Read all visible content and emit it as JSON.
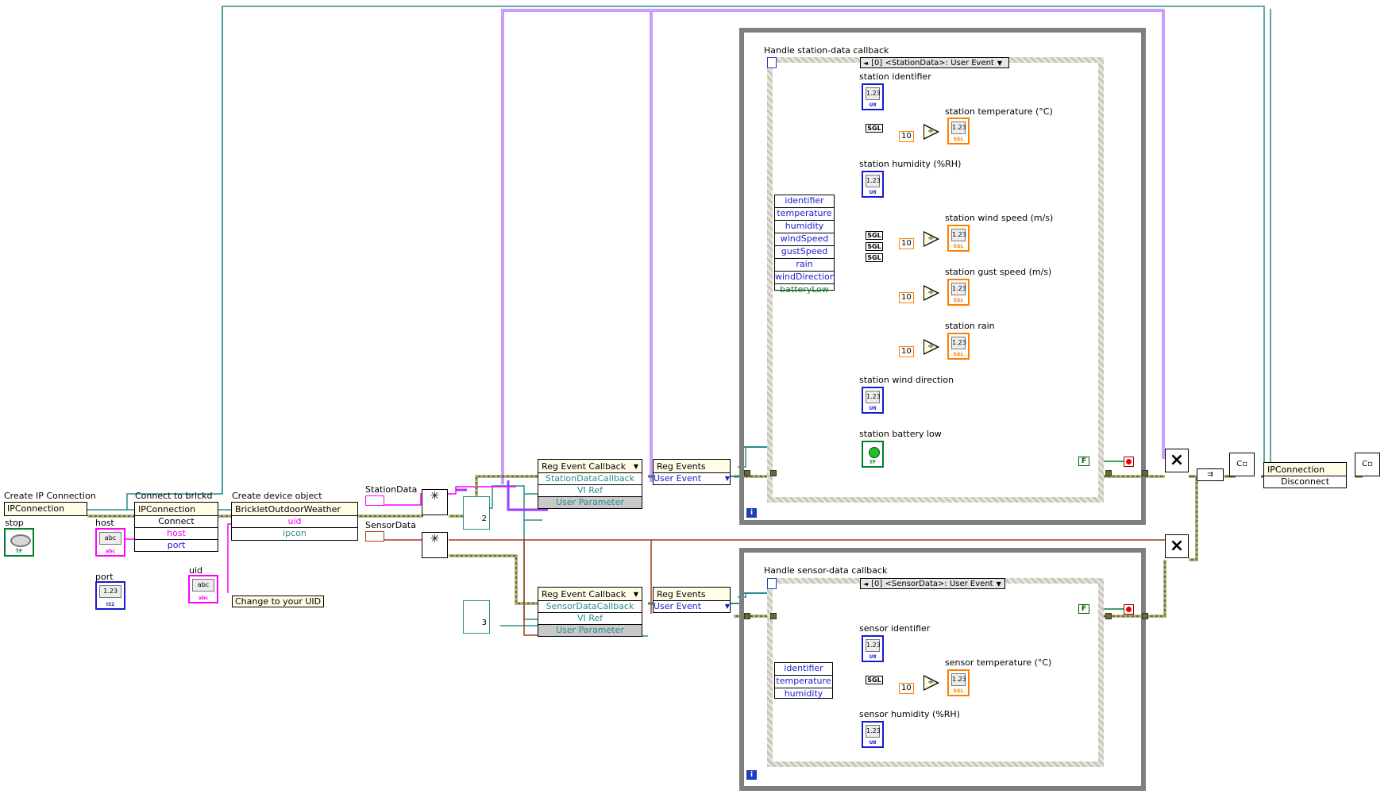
{
  "labels": {
    "create_ip": "Create IP Connection",
    "connect": "Connect to brickd",
    "create_dev": "Create device object",
    "stop": "stop",
    "host": "host",
    "port": "port",
    "uid": "uid",
    "change_uid": "Change to your UID",
    "stationdata": "StationData",
    "sensordata": "SensorData",
    "station_frame_title": "Handle station-data callback",
    "sensor_frame_title": "Handle sensor-data callback"
  },
  "nodes": {
    "ipconn": "IPConnection",
    "connect_hdr": "IPConnection",
    "connect_rows": [
      "Connect",
      "host",
      "port"
    ],
    "weather_hdr": "BrickletOutdoorWeather",
    "weather_rows": [
      "uid",
      "ipcon"
    ],
    "reg_cb1_hdr": "Reg Event Callback",
    "reg_cb1_rows": [
      "StationDataCallback",
      "VI Ref",
      "User Parameter"
    ],
    "reg_cb2_hdr": "Reg Event Callback",
    "reg_cb2_rows": [
      "SensorDataCallback",
      "VI Ref",
      "User Parameter"
    ],
    "reg_ev1_hdr": "Reg Events",
    "reg_ev1_row": "User Event",
    "reg_ev2_hdr": "Reg Events",
    "reg_ev2_row": "User Event",
    "disconnect_hdr": "IPConnection",
    "disconnect_row": "Disconnect"
  },
  "vi_icons": [
    "2",
    "3"
  ],
  "station": {
    "selector": "[0] <StationData>: User Event",
    "cluster": [
      "identifier",
      "temperature",
      "humidity",
      "windSpeed",
      "gustSpeed",
      "rain",
      "windDirection",
      "batteryLow"
    ],
    "indicators": [
      {
        "label": "station identifier",
        "type": "U8",
        "face": "1.23"
      },
      {
        "label": "station  temperature (°C)",
        "type": "SGL",
        "face": "1.23"
      },
      {
        "label": "station humidity (%RH)",
        "type": "U8",
        "face": "1.23"
      },
      {
        "label": "station wind speed (m/s)",
        "type": "SGL",
        "face": "1.23"
      },
      {
        "label": "station gust speed (m/s)",
        "type": "SGL",
        "face": "1.23"
      },
      {
        "label": "station rain",
        "type": "SGL",
        "face": "1.23"
      },
      {
        "label": "station wind direction",
        "type": "U8",
        "face": "1.23"
      },
      {
        "label": "station battery low",
        "type": "TF",
        "face": ""
      }
    ],
    "divisor": "10",
    "sgl": "SGL",
    "false_const": "F"
  },
  "sensor": {
    "selector": "[0] <SensorData>: User Event",
    "cluster": [
      "identifier",
      "temperature",
      "humidity"
    ],
    "indicators": [
      {
        "label": "sensor identifier",
        "type": "U8",
        "face": "1.23"
      },
      {
        "label": "sensor temperature (°C)",
        "type": "SGL",
        "face": "1.23"
      },
      {
        "label": "sensor humidity (%RH)",
        "type": "U8",
        "face": "1.23"
      }
    ],
    "divisor": "10",
    "sgl": "SGL",
    "false_const": "F"
  },
  "controls": {
    "host_face": "abc",
    "host_type": "abc",
    "port_face": "1.23",
    "port_type": "I32",
    "uid_face": "abc",
    "uid_type": "abc",
    "stop_type": "TF",
    "vi_type": "VI",
    "iteration": "i",
    "divide": "÷"
  },
  "colors": {
    "teal": "#2a8c8c",
    "magenta": "#ff00ff",
    "purple": "#9b3cff",
    "blue": "#1a1ad0",
    "orange": "#ff7f00",
    "green": "#00802b",
    "darkgold": "#6b6b2b",
    "error": "#b8a800"
  }
}
